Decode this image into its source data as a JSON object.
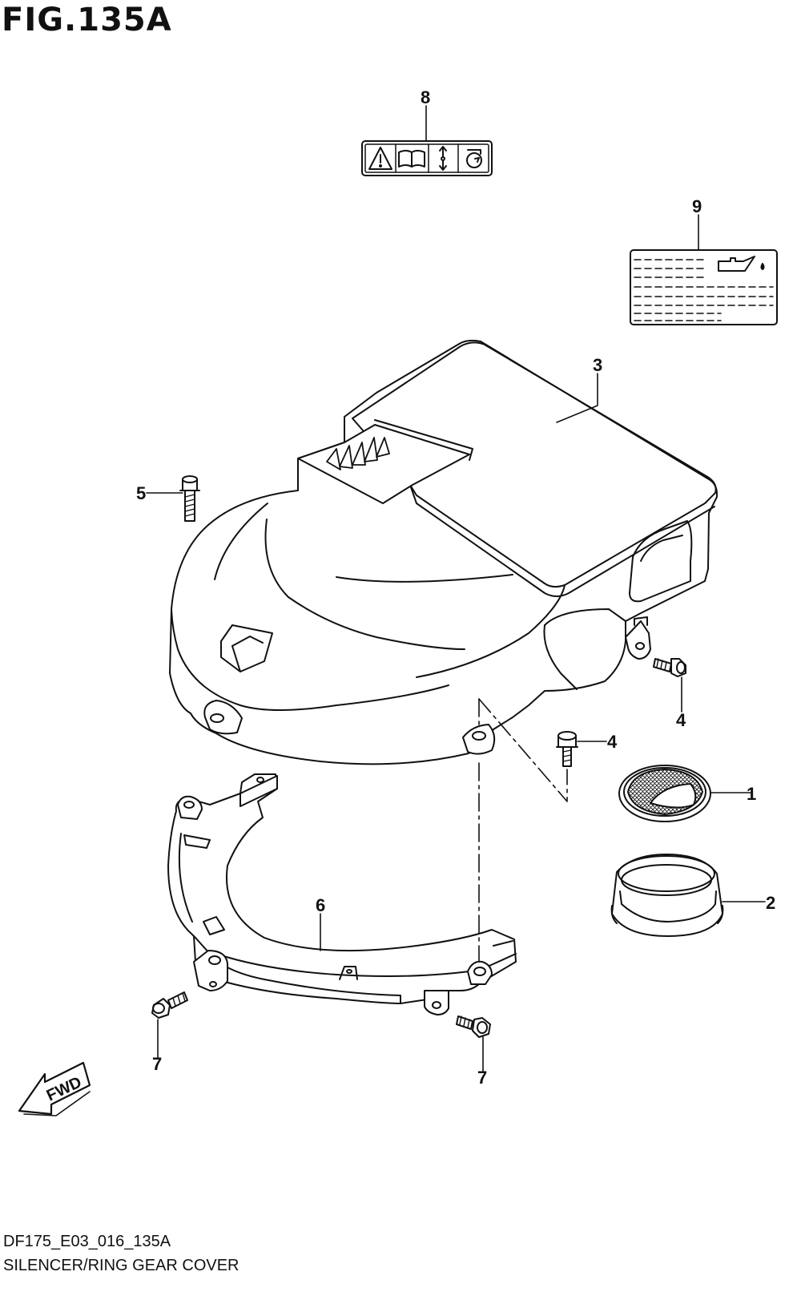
{
  "title": "FIG.135A",
  "callouts": {
    "c1": "1",
    "c2": "2",
    "c3": "3",
    "c4a": "4",
    "c4b": "4",
    "c5": "5",
    "c6": "6",
    "c7a": "7",
    "c7b": "7",
    "c8": "8",
    "c9": "9"
  },
  "fwd_label": "FWD",
  "footer": {
    "code": "DF175_E03_016_135A",
    "caption": "SILENCER/RING GEAR COVER"
  },
  "colors": {
    "line": "#111111",
    "background": "#ffffff"
  }
}
